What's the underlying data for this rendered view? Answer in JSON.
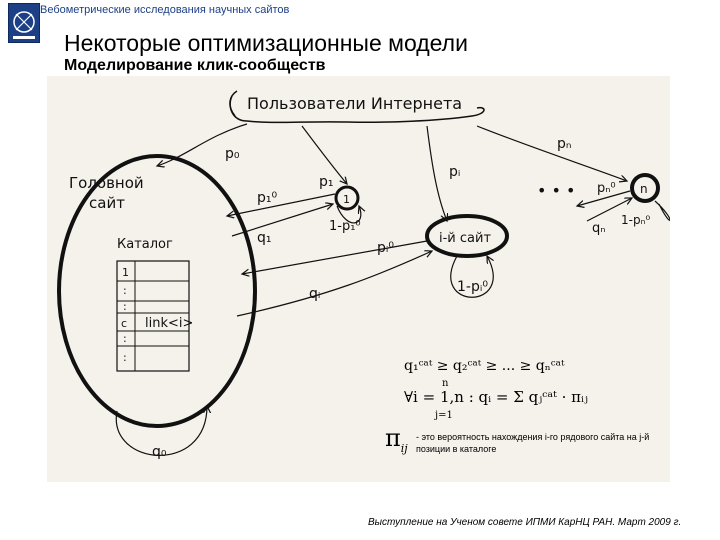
{
  "header": {
    "title": "Вебометрические исследования научных сайтов"
  },
  "logo": {
    "icon": "institute-logo-icon",
    "color": "#1c3f86"
  },
  "slide": {
    "title": "Некоторые оптимизационные модели",
    "subtitle": "Моделирование клик-сообществ"
  },
  "diagram": {
    "internet_users": "Пользователи Интернета",
    "head_site": [
      "Головной",
      "сайт"
    ],
    "catalog": "Каталог",
    "rows": [
      "1",
      ":",
      ":",
      "c",
      ":",
      ":"
    ],
    "link": "link<i>",
    "labels": {
      "p0": "p₀",
      "p1": "p₁",
      "pi": "pᵢ",
      "pn": "pₙ",
      "p1_0": "p₁⁰",
      "q1": "q₁",
      "one_minus_p1": "1-p₁⁰",
      "node1": "1",
      "pi_0": "pᵢ⁰",
      "qi": "qᵢ",
      "node_i": "i-й сайт",
      "one_minus_pi": "1-pᵢ⁰",
      "dots": "• • •",
      "pn_0": "pₙ⁰",
      "qn": "qₙ",
      "node_n": "n",
      "one_minus_pn": "1-pₙ⁰",
      "q0": "q₀"
    }
  },
  "formula": {
    "line1": "q₁ᶜᵃᵗ ≥ q₂ᶜᵃᵗ ≥ ... ≥ qₙᶜᵃᵗ",
    "line2": "∀i = 1,n : qᵢ = Σ qⱼᶜᵃᵗ · πᵢⱼ",
    "sum_top": "n",
    "sum_bottom": "j=1"
  },
  "explanation": {
    "symbol": "π",
    "sub": "ij",
    "text": "- это вероятность нахождения i-го рядового сайта на j-й позиции в каталоге"
  },
  "footer": {
    "text": "Выступление на Ученом совете ИПМИ КарНЦ РАН. Март 2009 г."
  }
}
